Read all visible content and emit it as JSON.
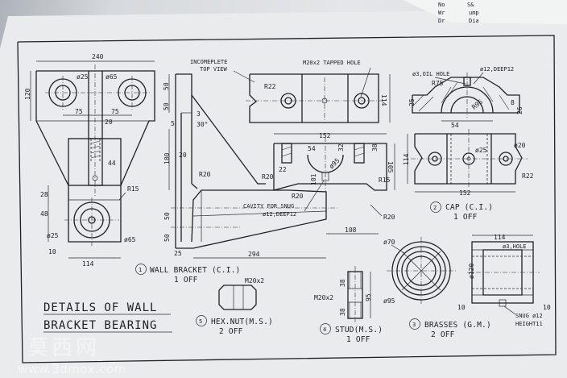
{
  "title": {
    "line1": "DETAILS OF WALL",
    "line2": "BRACKET BEARING"
  },
  "parts": [
    {
      "num": "1",
      "name": "WALL BRACKET (C.I.)",
      "qty": "1 OFF"
    },
    {
      "num": "2",
      "name": "CAP (C.I.)",
      "qty": "1 OFF"
    },
    {
      "num": "3",
      "name": "BRASSES (G.M.)",
      "qty": "2 OFF"
    },
    {
      "num": "4",
      "name": "STUD(M.S.)",
      "qty": "1 OFF"
    },
    {
      "num": "5",
      "name": "HEX.NUT(M.S.)",
      "qty": "2 OFF"
    }
  ],
  "notes": {
    "incomplete1": "INCOMEPLETE",
    "incomplete2": "TOP VIEW",
    "tapped": "M20x2 TAPPED HOLE",
    "cavity1": "CAVITY FOR SNUG",
    "cavity2": "ø12,DEEP12",
    "oilhole": "ø3,OIL HOLE",
    "deep12": "ø12,DEEP12",
    "hole3": "ø3,HOLE",
    "snug1": "SNUG ø12",
    "snug2": "HEIGHT11"
  },
  "dims": {
    "d240": "240",
    "d120": "120",
    "d25a": "ø25",
    "d65a": "ø65",
    "d75a": "75",
    "d75b": "75",
    "d20a": "20",
    "d44": "44",
    "d28": "28",
    "d48": "48",
    "d10": "10",
    "d114a": "114",
    "dR15a": "R15",
    "d25b": "ø25",
    "d65b": "ø65",
    "d50a": "50",
    "d5": "5",
    "d3": "3",
    "d30": "30°",
    "d180": "180",
    "d20b": "20",
    "dR20a": "R20",
    "d50b": "50",
    "d50c": "50",
    "d25c": "25",
    "d294": "294",
    "dR22a": "R22",
    "d114b": "114",
    "d152a": "152",
    "d54a": "54",
    "d32": "32",
    "d38a": "38",
    "d22": "22",
    "d95a": "ø95",
    "d101": "101",
    "d105": "105",
    "dR15b": "R15",
    "dR20b": "R20",
    "dR20c": "R20",
    "dR20d": "R20",
    "d108": "108",
    "dR75": "R75",
    "d25d": "25",
    "d8": "8",
    "dR95": "R95",
    "d26": "26",
    "d54b": "54",
    "d114c": "114",
    "d25e": "ø25",
    "d20c": "ø20",
    "dR22b": "R22",
    "d152b": "152",
    "d70": "ø70",
    "d95b": "ø95",
    "d114d": "114",
    "d120b": "ø120",
    "d10b": "10",
    "d10c": "10",
    "dM20a": "M20x2",
    "dM20b": "M20x2",
    "d38b": "38",
    "d38c": "38",
    "d95c": "95"
  },
  "watermark": {
    "cn": "莫西网",
    "url": "www.3dmox.com"
  },
  "corner_text": [
    "S&",
    "ump",
    "Dia",
    "No",
    "Wr",
    "Dr"
  ]
}
